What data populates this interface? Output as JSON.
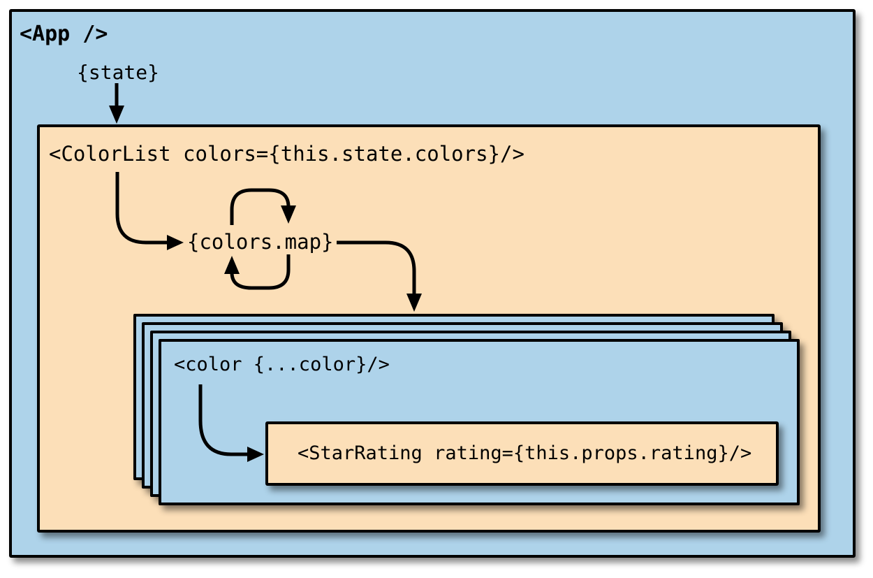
{
  "diagram": {
    "app_label": "<App />",
    "state_label": "{state}",
    "colorlist_label": "<ColorList colors={this.state.colors}/>",
    "map_label": "{colors.map}",
    "color_card_label": "<color {...color}/>",
    "star_rating_label": "<StarRating rating={this.props.rating}/>",
    "colors": {
      "app_bg": "#aed3ea",
      "panel_bg": "#fcdfb8",
      "card_bg": "#aed3ea",
      "star_bg": "#fcdfb8",
      "stroke": "#000000"
    }
  }
}
